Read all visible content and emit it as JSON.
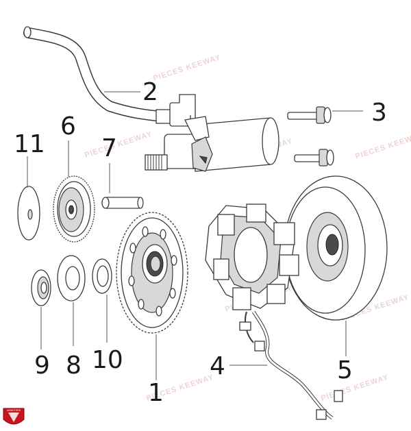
{
  "diagram": {
    "callouts": [
      "1",
      "2",
      "3",
      "4",
      "5",
      "6",
      "7",
      "8",
      "9",
      "10",
      "11"
    ],
    "watermark": "PIECES KEEWAY",
    "logo_text": "AZIMOTORS"
  }
}
